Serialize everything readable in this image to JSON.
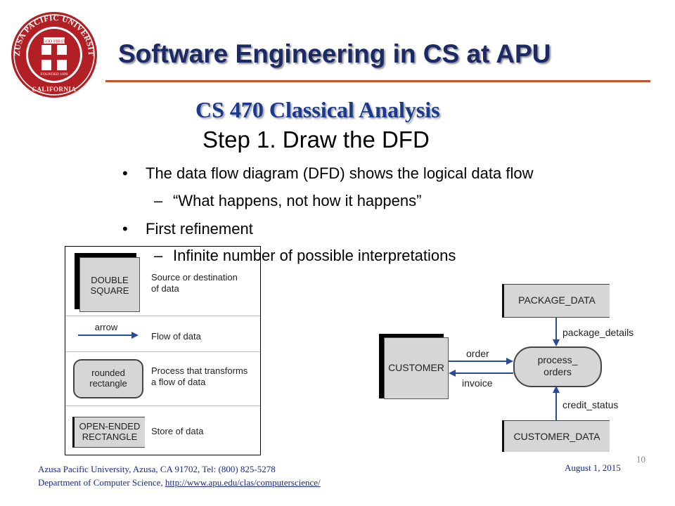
{
  "header": {
    "title": "Software Engineering in CS at APU",
    "subtitle": "CS 470 Classical Analysis",
    "step": "Step 1.  Draw the DFD"
  },
  "bullets": [
    {
      "marker": "•",
      "text": "The data flow diagram (DFD) shows the logical data flow"
    },
    {
      "marker": "–",
      "text": "“What happens, not how it happens”"
    },
    {
      "marker": "•",
      "text": "First refinement"
    },
    {
      "marker": "–",
      "text": "Infinite number of possible interpretations"
    }
  ],
  "logo": {
    "ring_text": "AZUSA PACIFIC UNIVERSITY",
    "bottom_text": "CALIFORNIA",
    "banner": "GOD FIRST",
    "founded": "FOUNDED 1899"
  },
  "legend": {
    "items": [
      {
        "shape_label_1": "DOUBLE",
        "shape_label_2": "SQUARE",
        "description_1": "Source or destination",
        "description_2": "of data"
      },
      {
        "shape_label_1": "arrow",
        "description_1": "Flow of data"
      },
      {
        "shape_label_1": "rounded",
        "shape_label_2": "rectangle",
        "description_1": "Process that transforms",
        "description_2": "a flow of data"
      },
      {
        "shape_label_1": "OPEN-ENDED",
        "shape_label_2": "RECTANGLE",
        "description_1": "Store of data"
      }
    ]
  },
  "dfd": {
    "package_store": "PACKAGE_DATA",
    "customer_store": "CUSTOMER_DATA",
    "entity": "CUSTOMER",
    "process_1": "process_",
    "process_2": "orders",
    "flow_order": "order",
    "flow_invoice": "invoice",
    "flow_package": "package_details",
    "flow_credit": "credit_status"
  },
  "footer": {
    "line1": "Azusa Pacific University, Azusa, CA 91702, Tel:  (800) 825-5278",
    "line2_prefix": "Department of Computer Science, ",
    "link": "http://www.apu.edu/clas/computerscience/",
    "date": "August 1, 2015",
    "page": "10"
  },
  "colors": {
    "title": "#1b2a66",
    "subtitle": "#1a3a8c",
    "rule": "#c0562a",
    "logo": "#b21f24",
    "store_fill": "#d6d6d6",
    "arrow": "#2a4aa0"
  }
}
